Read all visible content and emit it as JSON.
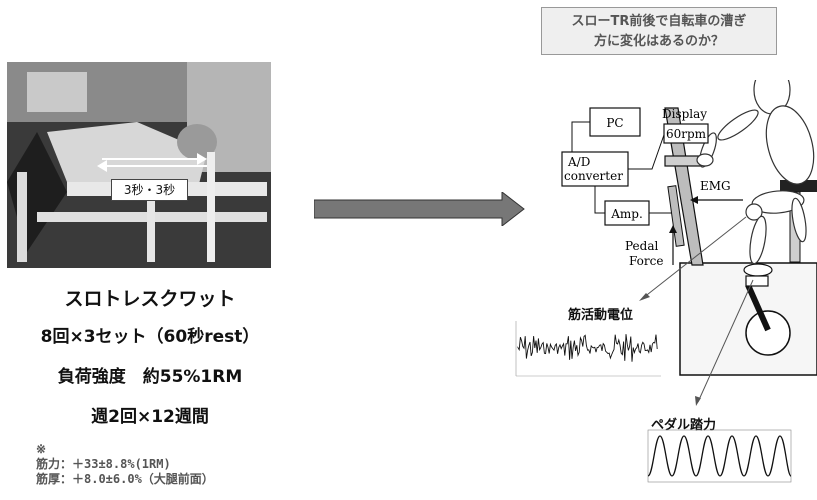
{
  "photo": {
    "arrow_label": "3秒・3秒"
  },
  "method": {
    "title": "スロトレスクワット",
    "line2": "8回×3セット（60秒rest）",
    "line3": "負荷強度　約55%1RM",
    "line4": "週2回×12週間"
  },
  "notes": {
    "mark": "※",
    "strength": "筋力：＋33±8.8%(1RM)",
    "thickness": "筋厚：＋8.0±6.0%（大腿前面）"
  },
  "question": {
    "line1": "スローTR前後で自転車の漕ぎ",
    "line2": "方に変化はあるのか？"
  },
  "diagram": {
    "pc": "PC",
    "ad_line1": "A/D",
    "ad_line2": "converter",
    "amp": "Amp.",
    "display_title": "Display",
    "display_value": "60rpm",
    "emg": "EMG",
    "pedal_line1": "Pedal",
    "pedal_line2": "Force"
  },
  "emg_plot": {
    "title": "筋活動電位"
  },
  "force_plot": {
    "title": "ペダル踏力"
  }
}
